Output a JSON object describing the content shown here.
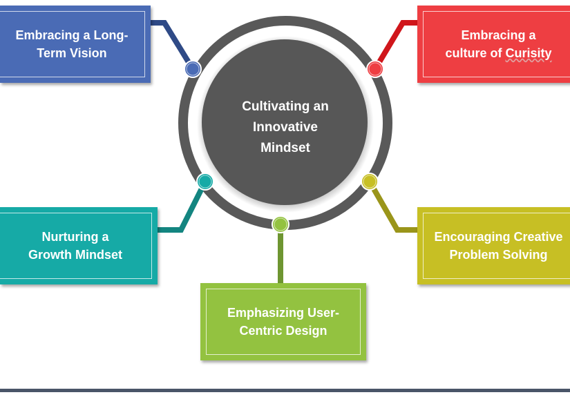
{
  "center": {
    "line1": "Cultivating an",
    "line2": "Innovative",
    "line3": "Mindset"
  },
  "nodes": {
    "blue": {
      "line1": "Embracing a Long-",
      "line2": "Term Vision",
      "color": "#4a6bb5",
      "line_color": "#2f4a86"
    },
    "red": {
      "line1": "Embracing a",
      "line2a": "culture of ",
      "line2b": "Curisity",
      "color": "#ee3e42",
      "line_color": "#d0161b"
    },
    "teal": {
      "line1": "Nurturing a",
      "line2": "Growth Mindset",
      "color": "#16aaa6",
      "line_color": "#138580"
    },
    "olive": {
      "line1": "Encouraging Creative",
      "line2": "Problem Solving",
      "color": "#c7bf24",
      "line_color": "#9a951a"
    },
    "green": {
      "line1": "Emphasizing User-",
      "line2": "Centric Design",
      "color": "#93c240",
      "line_color": "#6e9531"
    }
  },
  "colors": {
    "ring": "#595959",
    "center_fill": "#575757",
    "bottom_bar": "#4a5568"
  }
}
